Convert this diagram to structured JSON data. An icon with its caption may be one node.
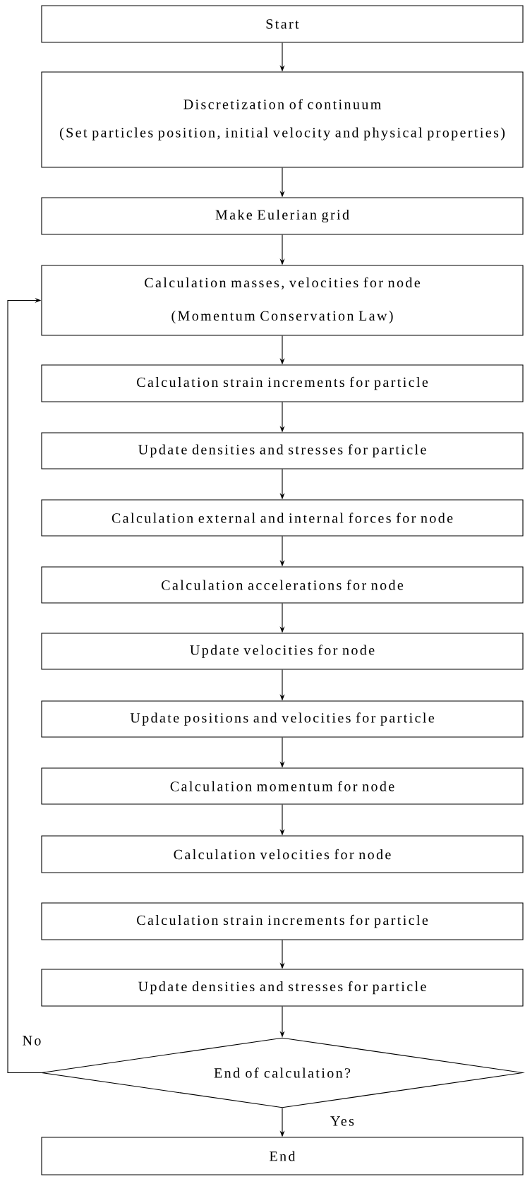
{
  "diagram": {
    "nodes": [
      {
        "text": [
          "Start"
        ]
      },
      {
        "text": [
          "Discretization of continuum",
          "(Set particles position, initial velocity and physical properties)"
        ]
      },
      {
        "text": [
          "Make Eulerian grid"
        ]
      },
      {
        "text": [
          "Calculation masses, velocities for node",
          "(Momentum Conservation Law)"
        ]
      },
      {
        "text": [
          "Calculation strain increments for particle"
        ]
      },
      {
        "text": [
          "Update densities and stresses for particle"
        ]
      },
      {
        "text": [
          "Calculation external and internal forces for node"
        ]
      },
      {
        "text": [
          "Calculation accelerations for node"
        ]
      },
      {
        "text": [
          "Update velocities for node"
        ]
      },
      {
        "text": [
          "Update positions and velocities for particle"
        ]
      },
      {
        "text": [
          "Calculation momentum for node"
        ]
      },
      {
        "text": [
          "Calculation velocities for node"
        ]
      },
      {
        "text": [
          "Calculation strain increments for particle"
        ]
      },
      {
        "text": [
          "Update densities and stresses for particle"
        ]
      },
      {
        "text": [
          "End of calculation?"
        ]
      },
      {
        "text": [
          "End"
        ]
      }
    ],
    "edges": [
      {
        "from": 0,
        "to": 1,
        "arrow": "to"
      },
      {
        "from": 1,
        "to": 2,
        "arrow": "to"
      },
      {
        "from": 2,
        "to": 3,
        "arrow": "to"
      },
      {
        "from": 3,
        "to": 4,
        "arrow": "to"
      },
      {
        "from": 4,
        "to": 5,
        "arrow": "to"
      },
      {
        "from": 5,
        "to": 6,
        "arrow": "to"
      },
      {
        "from": 6,
        "to": 7,
        "arrow": "to"
      },
      {
        "from": 7,
        "to": 8,
        "arrow": "to"
      },
      {
        "from": 8,
        "to": 9,
        "arrow": "to"
      },
      {
        "from": 9,
        "to": 10,
        "arrow": "to"
      },
      {
        "from": 10,
        "to": 11,
        "arrow": "to"
      },
      {
        "from": 12,
        "to": 13,
        "arrow": "to"
      },
      {
        "from": 13,
        "to": 14,
        "arrow": "to"
      },
      {
        "from": 14,
        "to": 15,
        "arrow": "to",
        "label": "Yes"
      },
      {
        "from": 14,
        "to": 3,
        "arrow": "to",
        "label": "No"
      }
    ]
  }
}
